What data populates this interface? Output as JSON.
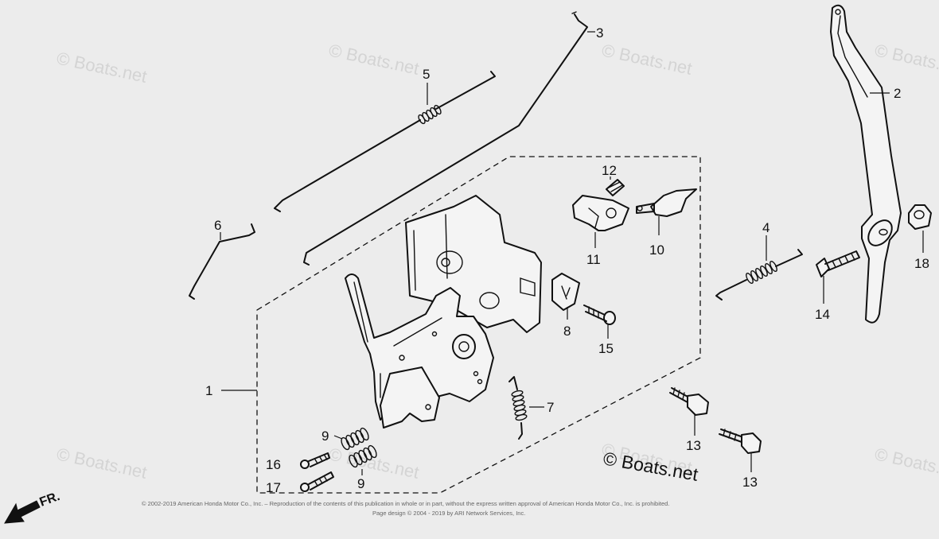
{
  "watermarks": [
    "© Boats.net",
    "© Boats.net",
    "© Boats.net",
    "© Boats.net",
    "© Boats.net",
    "© Boats.net",
    "© Boats.net",
    "© Boats.net"
  ],
  "logo": "© Boats.net",
  "direction_label": "FR.",
  "copyright_line": "© 2002-2019 American Honda Motor Co., Inc. – Reproduction of the contents of this publication in whole or in part, without the express written approval of American Honda Motor Co., Inc. is prohibited.",
  "design_line": "Page design © 2004 - 2019 by ARI Network Services, Inc.",
  "callouts": {
    "c1": "1",
    "c2": "2",
    "c3": "3",
    "c4": "4",
    "c5": "5",
    "c6": "6",
    "c7": "7",
    "c8": "8",
    "c9a": "9",
    "c9b": "9",
    "c10": "10",
    "c11": "11",
    "c12": "12",
    "c13a": "13",
    "c13b": "13",
    "c14": "14",
    "c15": "15",
    "c16": "16",
    "c17": "17",
    "c18": "18"
  },
  "colors": {
    "background": "#ececec",
    "line": "#111111",
    "watermark": "#d4d4d4"
  }
}
